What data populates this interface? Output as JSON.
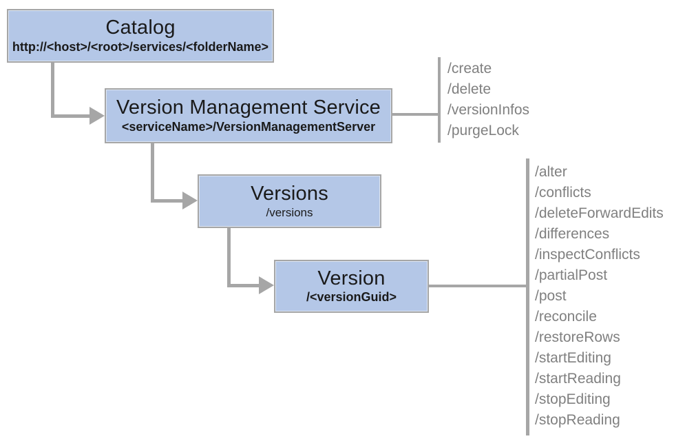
{
  "diagram": {
    "nodes": [
      {
        "id": "catalog",
        "title": "Catalog",
        "subtitle": "http://<host>/<root>/services/<folderName>"
      },
      {
        "id": "vms",
        "title": "Version Management Service",
        "subtitle": "<serviceName>/VersionManagementServer"
      },
      {
        "id": "versions",
        "title": "Versions",
        "subtitle": "/versions"
      },
      {
        "id": "version",
        "title": "Version",
        "subtitle": "/<versionGuid>"
      }
    ],
    "vms_operations": [
      "/create",
      "/delete",
      "/versionInfos",
      "/purgeLock"
    ],
    "version_operations": [
      "/alter",
      "/conflicts",
      "/deleteForwardEdits",
      "/differences",
      "/inspectConflicts",
      "/partialPost",
      "/post",
      "/reconcile",
      "/restoreRows",
      "/startEditing",
      "/startReading",
      "/stopEditing",
      "/stopReading"
    ],
    "colors": {
      "node_fill": "#b4c7e7",
      "node_border": "#a6a6a6",
      "connector": "#a6a6a6",
      "operation_text": "#808080",
      "title_text": "#1a1a1a"
    }
  }
}
